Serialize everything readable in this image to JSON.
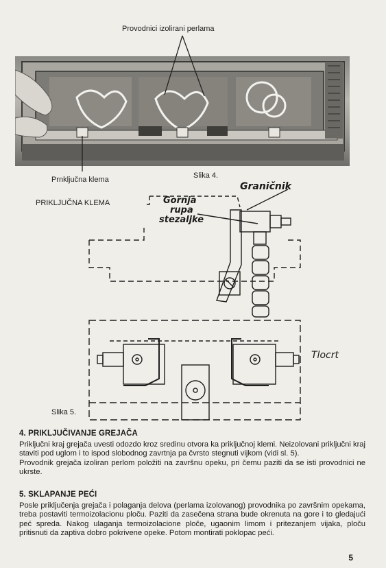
{
  "figure4": {
    "top_label": "Provodnici izolirani perlama",
    "bottom_label": "Prnključna klema",
    "caption": "Slika 4."
  },
  "figure5": {
    "title": "PRIKLJUČNA KLEMA",
    "label_granicnik": "Graničnik",
    "label_gornja": "Gornja",
    "label_rupa": "rupa",
    "label_stezaljke": "stezaljke",
    "label_tlocrt": "Tlocrt",
    "caption": "Slika 5."
  },
  "section4": {
    "heading": "4. PRIKLJUČIVANJE GREJAČA",
    "paragraphs": [
      "Priključni kraj grejača uvesti odozdo kroz sredinu otvora ka priključnoj klemi. Neizolovani priključni kraj staviti pod uglom i to ispod slobodnog zavrtnja pa čvrsto stegnuti vijkom (vidi sl. 5).",
      "Provodnik grejača izoliran perlom položiti na završnu opeku, pri čemu paziti da se isti provodnici ne ukrste."
    ]
  },
  "section5": {
    "heading": "5. SKLAPANJE PEĆI",
    "paragraphs": [
      "Posle priključenja grejača i polaganja delova (perlama izolovanog) provodnika po završnim opekama, treba postaviti termoizolacionu ploču. Paziti da zasečena strana bude okrenuta na gore i to gledajući peć spreda. Nakog ulaganja termoizolacione ploče, ugaonim limom i pritezanjem vijaka, ploču pritisnuti da zaptiva dobro pokrivene opeke. Potom montirati poklopac peći."
    ]
  },
  "page_number": "5"
}
